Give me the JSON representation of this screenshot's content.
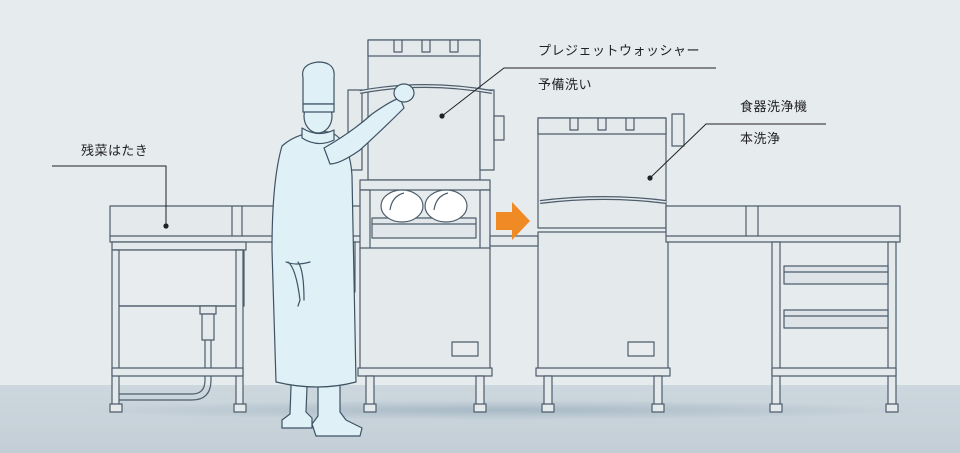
{
  "labels": {
    "prewash_title": "プレジェットウォッシャー",
    "prewash_sub": "予備洗い",
    "main_title": "食器洗浄機",
    "main_sub": "本洗浄",
    "scraps": "残菜はたき"
  },
  "colors": {
    "background": "#e6ebee",
    "floor": "#c9d3da",
    "stroke": "#4d5d6b",
    "fill": "#e4e9ec",
    "panel": "#dde3e7",
    "arrow": "#f08a24",
    "person_fill": "#dff0f7",
    "person_stroke": "#3e5364"
  },
  "icons": {
    "flow_arrow": "right-arrow-icon"
  }
}
